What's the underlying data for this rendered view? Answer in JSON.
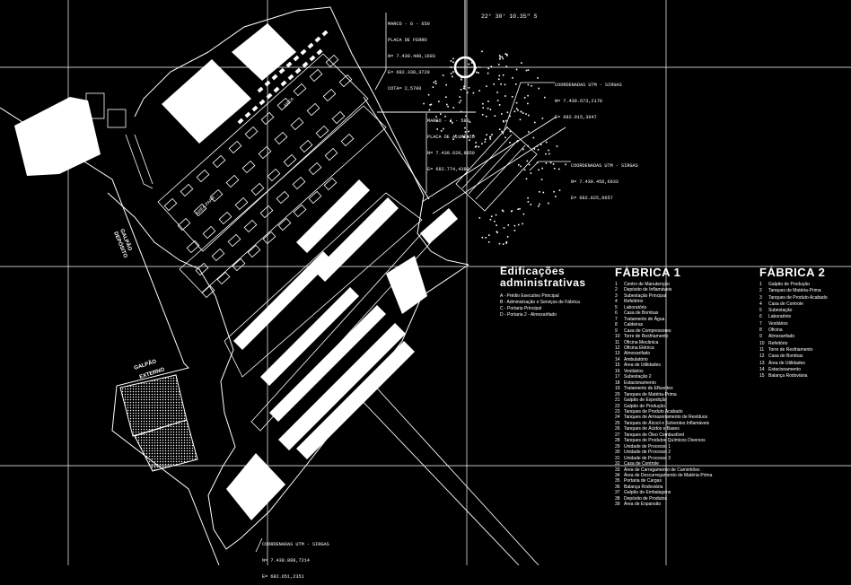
{
  "north_note": "22° 30' 10.35\" S",
  "coordinates": {
    "top": [
      "MARCO - 6 - 650",
      "PLACA DE FERRO",
      "N= 7.439.490,1693",
      "E= 682.338,3720",
      "COTA= 2,5700"
    ],
    "middle": [
      "MARCO - 1 - 580",
      "PLACA DE ALUMÍNIO",
      "N= 7.439.620,8850",
      "E= 682.774,4389"
    ],
    "right_upper": [
      "COORDENADAS UTM - SIRGAS",
      "N= 7.439.673,2170",
      "E= 682.915,3647"
    ],
    "right_lower": [
      "COORDENADAS UTM - SIRGAS",
      "N= 7.439.456,6933",
      "E= 682.825,6657"
    ],
    "bottom": [
      "COORDENADAS UTM - SIRGAS",
      "N= 7.438.888,7214",
      "E= 682.651,2351"
    ]
  },
  "map_labels": {
    "area_a": "ÁREA PARA ...",
    "area_b": "ÁREA",
    "left_block": [
      "GALPÃO",
      "DEPÓSITO"
    ],
    "lower_block": [
      "GALPÃO",
      "EXTERNO"
    ]
  },
  "admin": {
    "title_line1": "Edificações",
    "title_line2": "administrativas",
    "items": [
      "A - Prédio Executivo Principal",
      "B - Administração e Serviços de Fábrica",
      "C - Portaria Principal",
      "D - Portaria 2 - Almoxarifado"
    ]
  },
  "fabrica1": {
    "title": "FÁBRICA 1",
    "items": [
      {
        "n": "1",
        "t": "Centro de Manutenção"
      },
      {
        "n": "2",
        "t": "Depósito de Inflamáveis"
      },
      {
        "n": "3",
        "t": "Subestação Principal"
      },
      {
        "n": "4",
        "t": "Refeitório"
      },
      {
        "n": "5",
        "t": "Laboratório"
      },
      {
        "n": "6",
        "t": "Casa de Bombas"
      },
      {
        "n": "7",
        "t": "Tratamento de Água"
      },
      {
        "n": "8",
        "t": "Caldeiras"
      },
      {
        "n": "9",
        "t": "Casa de Compressores"
      },
      {
        "n": "10",
        "t": "Torre de Resfriamento"
      },
      {
        "n": "11",
        "t": "Oficina Mecânica"
      },
      {
        "n": "12",
        "t": "Oficina Elétrica"
      },
      {
        "n": "13",
        "t": "Almoxarifado"
      },
      {
        "n": "14",
        "t": "Ambulatório"
      },
      {
        "n": "15",
        "t": "Área de Utilidades"
      },
      {
        "n": "16",
        "t": "Vestiários"
      },
      {
        "n": "17",
        "t": "Subestação 2"
      },
      {
        "n": "18",
        "t": "Estacionamento"
      },
      {
        "n": "19",
        "t": "Tratamento de Efluentes"
      },
      {
        "n": "20",
        "t": "Tanques de Matéria-Prima"
      },
      {
        "n": "21",
        "t": "Galpão de Expedição"
      },
      {
        "n": "22",
        "t": "Galpão de Produção"
      },
      {
        "n": "23",
        "t": "Tanques de Produto Acabado"
      },
      {
        "n": "24",
        "t": "Tanques de Armazenamento de Resíduos"
      },
      {
        "n": "25",
        "t": "Tanques de Álcool e Solventes Inflamáveis"
      },
      {
        "n": "26",
        "t": "Tanques de Ácidos e Bases"
      },
      {
        "n": "27",
        "t": "Tanques de Óleo Combustível"
      },
      {
        "n": "28",
        "t": "Tanques de Produtos Químicos Diversos"
      },
      {
        "n": "29",
        "t": "Unidade de Processo 1"
      },
      {
        "n": "30",
        "t": "Unidade de Processo 2"
      },
      {
        "n": "31",
        "t": "Unidade de Processo 3"
      },
      {
        "n": "32",
        "t": "Casa de Controle"
      },
      {
        "n": "33",
        "t": "Área de Carregamento de Caminhões"
      },
      {
        "n": "34",
        "t": "Área de Descarregamento de Matéria-Prima"
      },
      {
        "n": "35",
        "t": "Portaria de Cargas"
      },
      {
        "n": "36",
        "t": "Balança Rodoviária"
      },
      {
        "n": "37",
        "t": "Galpão de Embalagens"
      },
      {
        "n": "38",
        "t": "Depósito de Produtos"
      },
      {
        "n": "39",
        "t": "Área de Expansão"
      }
    ]
  },
  "fabrica2": {
    "title": "FÁBRICA 2",
    "items": [
      {
        "n": "1",
        "t": "Galpão de Produção"
      },
      {
        "n": "2",
        "t": "Tanques de Matéria-Prima"
      },
      {
        "n": "3",
        "t": "Tanques de Produto Acabado"
      },
      {
        "n": "4",
        "t": "Casa de Controle"
      },
      {
        "n": "5",
        "t": "Subestação"
      },
      {
        "n": "6",
        "t": "Laboratório"
      },
      {
        "n": "7",
        "t": "Vestiários"
      },
      {
        "n": "8",
        "t": "Oficina"
      },
      {
        "n": "9",
        "t": "Almoxarifado"
      },
      {
        "n": "10",
        "t": "Refeitório"
      },
      {
        "n": "11",
        "t": "Torre de Resfriamento"
      },
      {
        "n": "12",
        "t": "Casa de Bombas"
      },
      {
        "n": "13",
        "t": "Área de Utilidades"
      },
      {
        "n": "14",
        "t": "Estacionamento"
      },
      {
        "n": "15",
        "t": "Balança Rodoviária"
      }
    ]
  }
}
